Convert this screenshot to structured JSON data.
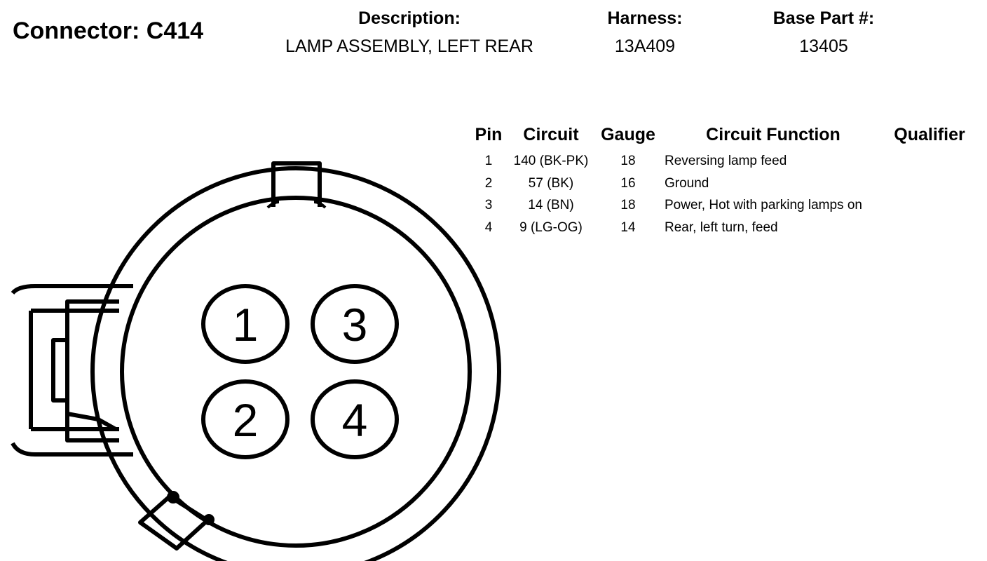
{
  "header": {
    "connector": "Connector: C414",
    "description_label": "Description:",
    "description": "LAMP ASSEMBLY, LEFT REAR",
    "harness_label": "Harness:",
    "harness": "13A409",
    "base_part_label": "Base Part #:",
    "base_part": "13405"
  },
  "table": {
    "headers": [
      "Pin",
      "Circuit",
      "Gauge",
      "Circuit Function",
      "Qualifier"
    ],
    "rows": [
      {
        "pin": "1",
        "circuit": "140 (BK-PK)",
        "gauge": "18",
        "function": "Reversing lamp feed",
        "qualifier": ""
      },
      {
        "pin": "2",
        "circuit": "57 (BK)",
        "gauge": "16",
        "function": "Ground",
        "qualifier": ""
      },
      {
        "pin": "3",
        "circuit": "14 (BN)",
        "gauge": "18",
        "function": "Power, Hot with parking lamps on",
        "qualifier": ""
      },
      {
        "pin": "4",
        "circuit": "9 (LG-OG)",
        "gauge": "14",
        "function": "Rear, left turn, feed",
        "qualifier": ""
      }
    ]
  },
  "diagram": {
    "pins": [
      "1",
      "3",
      "2",
      "4"
    ]
  }
}
